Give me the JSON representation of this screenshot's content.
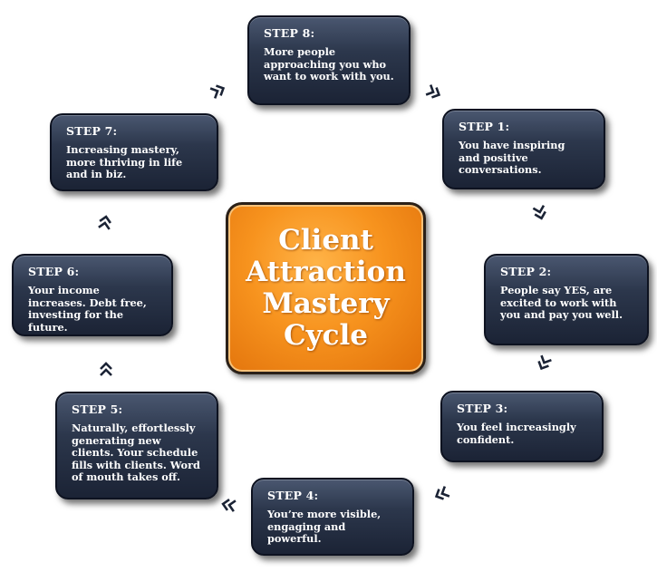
{
  "center": {
    "lines": [
      "Client",
      "Attraction",
      "Mastery",
      "Cycle"
    ]
  },
  "steps": [
    {
      "title": "STEP 1:",
      "text": "You have inspiring and positive conversations."
    },
    {
      "title": "STEP 2:",
      "text": "People say YES, are excited to work with you and pay you well."
    },
    {
      "title": "STEP 3:",
      "text": "You feel increasingly confident."
    },
    {
      "title": "STEP 4:",
      "text": "You’re more visible, engaging and powerful."
    },
    {
      "title": "STEP 5:",
      "text": "Naturally, effortlessly generating new clients. Your schedule fills with clients. Word of mouth takes off."
    },
    {
      "title": "STEP 6:",
      "text": "Your income increases. Debt free, investing for the future."
    },
    {
      "title": "STEP 7:",
      "text": "Increasing mastery, more thriving in life and in biz."
    },
    {
      "title": "STEP 8:",
      "text": "More people approaching you who want to work with you."
    }
  ],
  "colors": {
    "step_box": "#2c374c",
    "center_box": "#f7931e",
    "text": "#ffffff",
    "arrow": "#1b2335"
  },
  "icons": {
    "arrow": "double-chevron-icon"
  }
}
